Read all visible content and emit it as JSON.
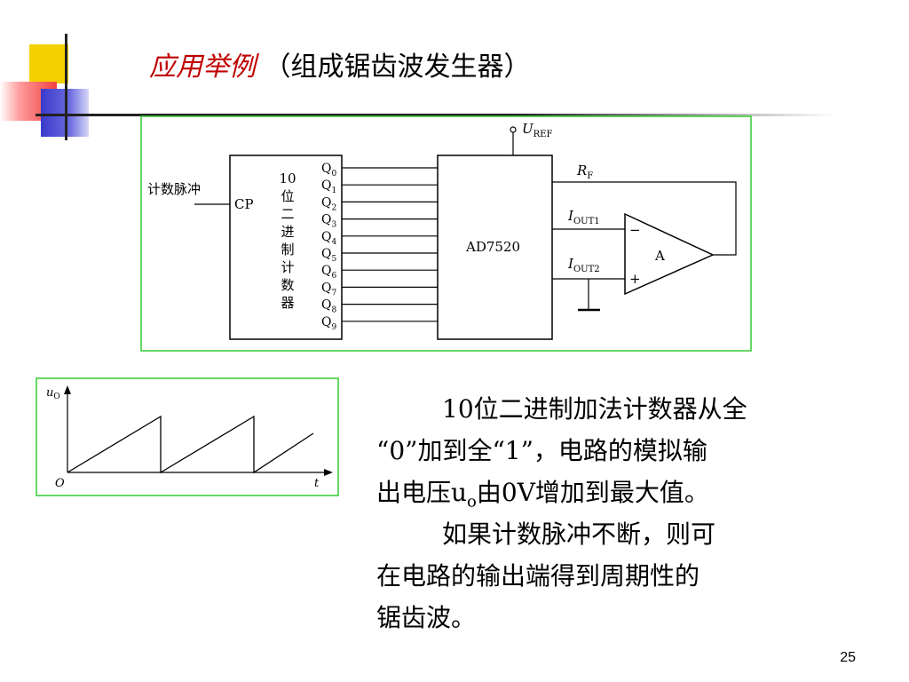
{
  "title": {
    "red_part": "应用举例",
    "rest": "（组成锯齿波发生器）"
  },
  "circuit": {
    "input_label": "计数脉冲",
    "cp": "CP",
    "counter_label": [
      "10",
      "位",
      "二",
      "进",
      "制",
      "计",
      "数",
      "器"
    ],
    "q_pins": [
      "0",
      "1",
      "2",
      "3",
      "4",
      "5",
      "6",
      "7",
      "8",
      "9"
    ],
    "dac_name": "AD7520",
    "uref": "REF",
    "rf": "F",
    "iout1": "OUT1",
    "iout2": "OUT2",
    "amp": "A",
    "minus": "−",
    "plus": "+"
  },
  "waveform": {
    "y_label": "O",
    "origin": "O",
    "t": "t"
  },
  "text": {
    "line1": "10位二进制加法计数器从全",
    "line2": "“0”加到全“1”，电路的模拟输",
    "line3a": "出电压u",
    "line3sub": "o",
    "line3b": "由0V增加到最大值。",
    "line4": "如果计数脉冲不断，则可",
    "line5": "在电路的输出端得到周期性的",
    "line6": "锯齿波。"
  },
  "page_number": "25"
}
